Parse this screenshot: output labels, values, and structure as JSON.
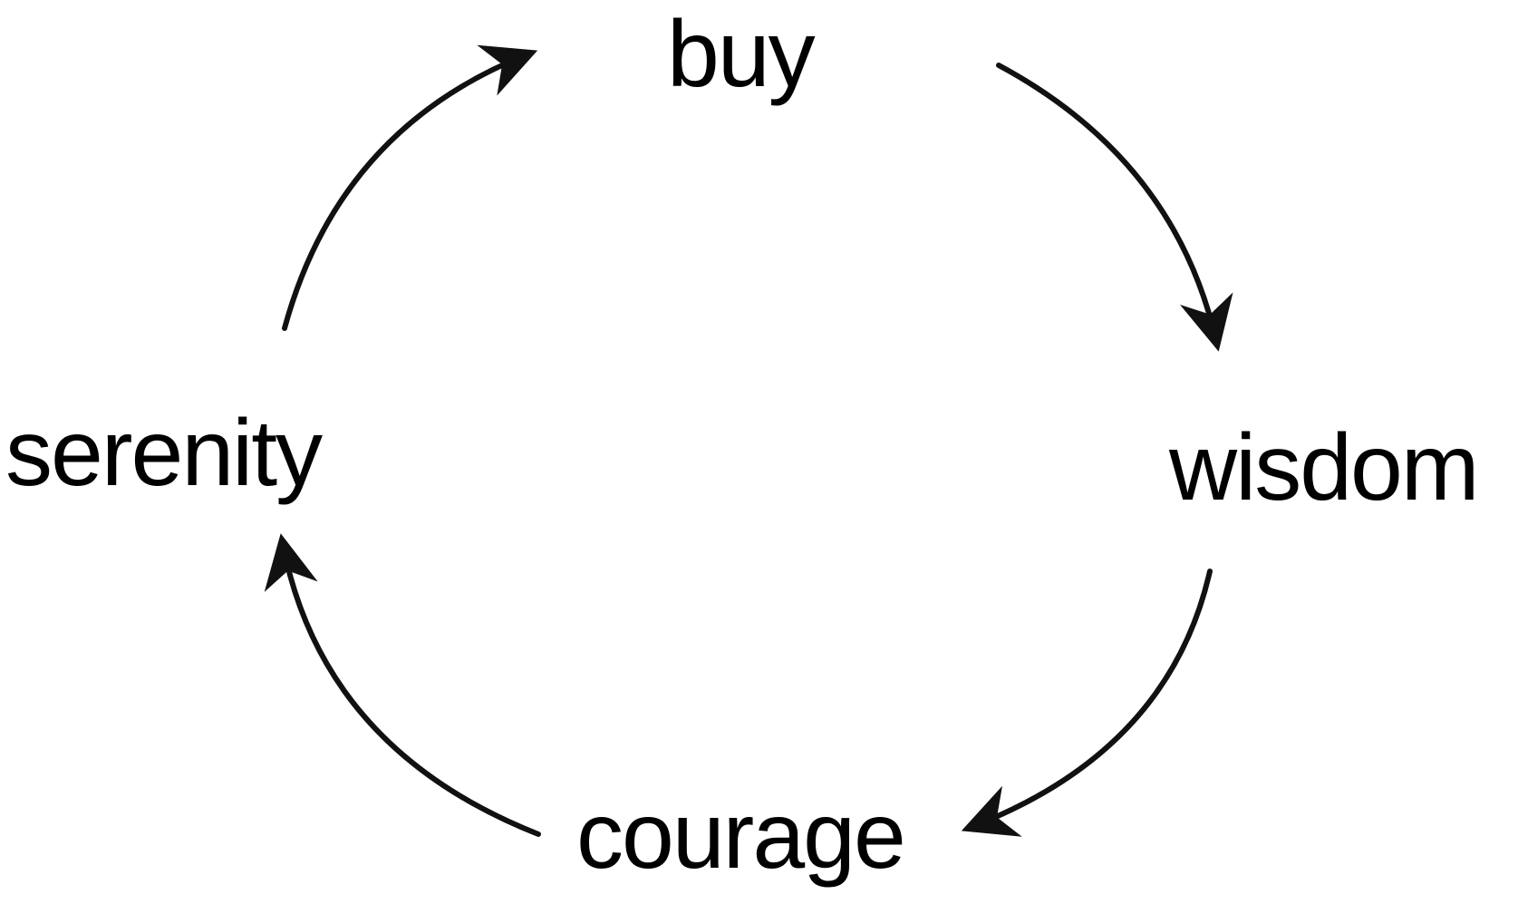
{
  "diagram": {
    "nodes": {
      "buy": "buy",
      "wisdom": "wisdom",
      "courage": "courage",
      "serenity": "serenity"
    },
    "edges": [
      {
        "from": "buy",
        "to": "wisdom"
      },
      {
        "from": "wisdom",
        "to": "courage"
      },
      {
        "from": "courage",
        "to": "serenity"
      },
      {
        "from": "serenity",
        "to": "buy"
      }
    ],
    "colors": {
      "stroke": "#111111",
      "text": "#000000",
      "background": "#ffffff"
    }
  }
}
